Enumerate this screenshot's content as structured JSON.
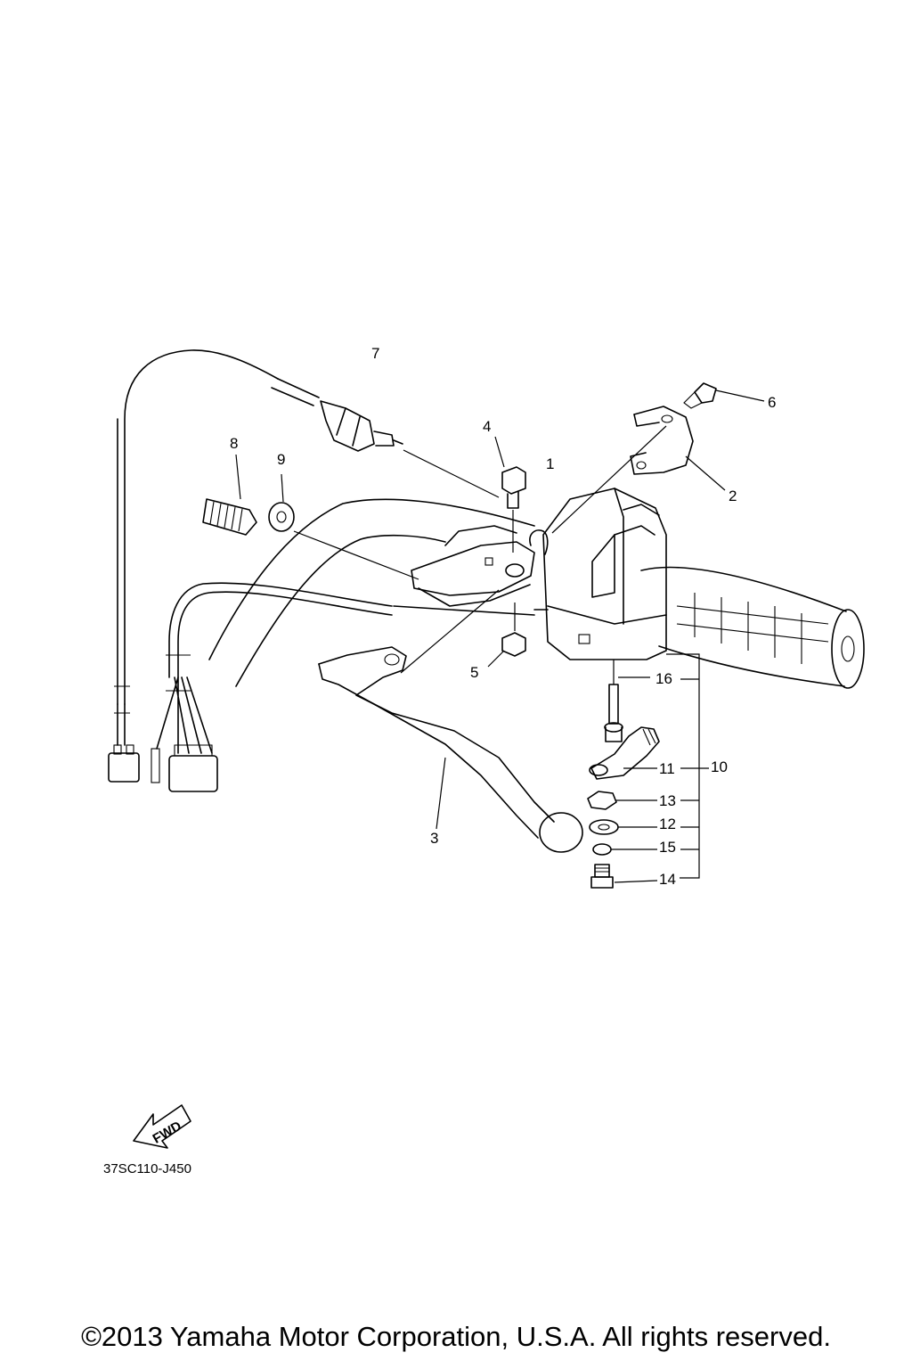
{
  "callouts": {
    "c1": "1",
    "c2": "2",
    "c3": "3",
    "c4": "4",
    "c5": "5",
    "c6": "6",
    "c7": "7",
    "c8": "8",
    "c9": "9",
    "c10": "10",
    "c11": "11",
    "c12": "12",
    "c13": "13",
    "c14": "14",
    "c15": "15",
    "c16": "16"
  },
  "fwd_label": "FWD",
  "diagram_code": "37SC110-J450",
  "copyright": "©2013 Yamaha Motor Corporation, U.S.A. All rights reserved."
}
